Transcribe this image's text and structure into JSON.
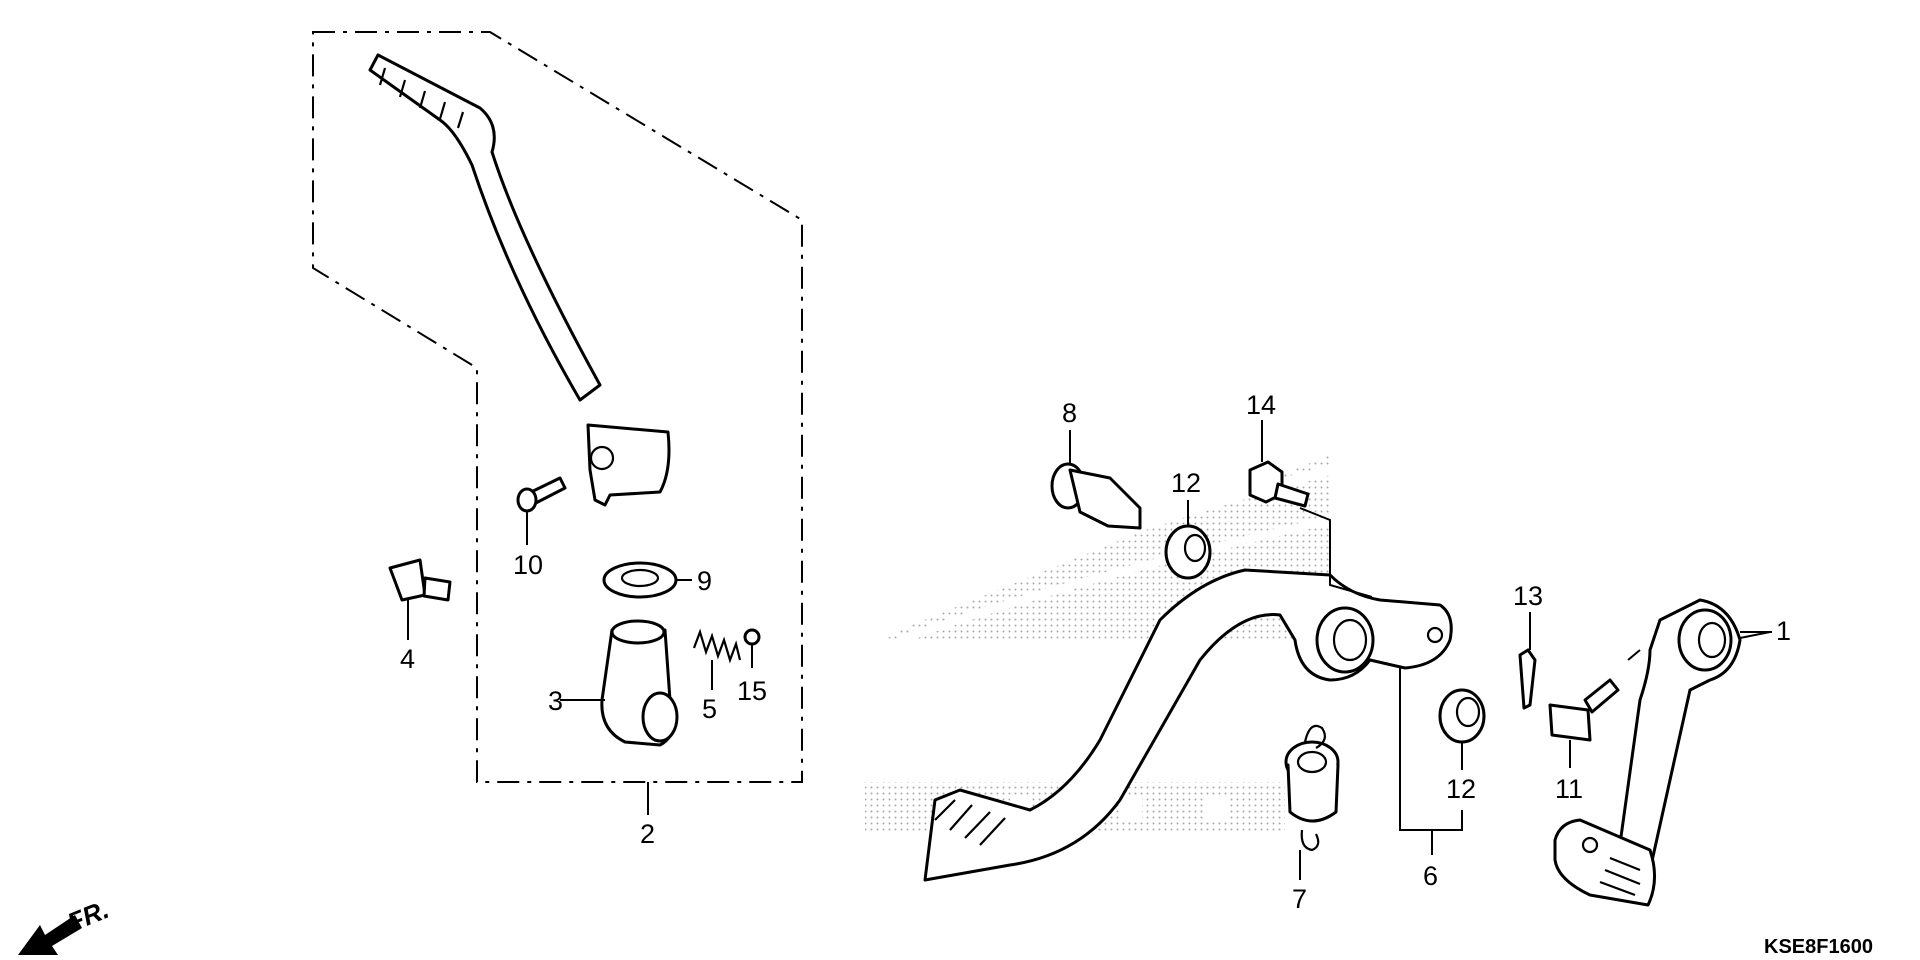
{
  "diagram": {
    "drawing_code": "KSE8F1600",
    "front_marker": "FR.",
    "callouts": [
      {
        "id": "1",
        "label": "1"
      },
      {
        "id": "2",
        "label": "2"
      },
      {
        "id": "3",
        "label": "3"
      },
      {
        "id": "4",
        "label": "4"
      },
      {
        "id": "5",
        "label": "5"
      },
      {
        "id": "6",
        "label": "6"
      },
      {
        "id": "7",
        "label": "7"
      },
      {
        "id": "8",
        "label": "8"
      },
      {
        "id": "9",
        "label": "9"
      },
      {
        "id": "10",
        "label": "10"
      },
      {
        "id": "11",
        "label": "11"
      },
      {
        "id": "12a",
        "label": "12"
      },
      {
        "id": "12b",
        "label": "12"
      },
      {
        "id": "13",
        "label": "13"
      },
      {
        "id": "14",
        "label": "14"
      },
      {
        "id": "15",
        "label": "15"
      }
    ],
    "colors": {
      "line": "#000000",
      "background": "#ffffff",
      "watermark_dots": "#9a9a9a"
    }
  }
}
